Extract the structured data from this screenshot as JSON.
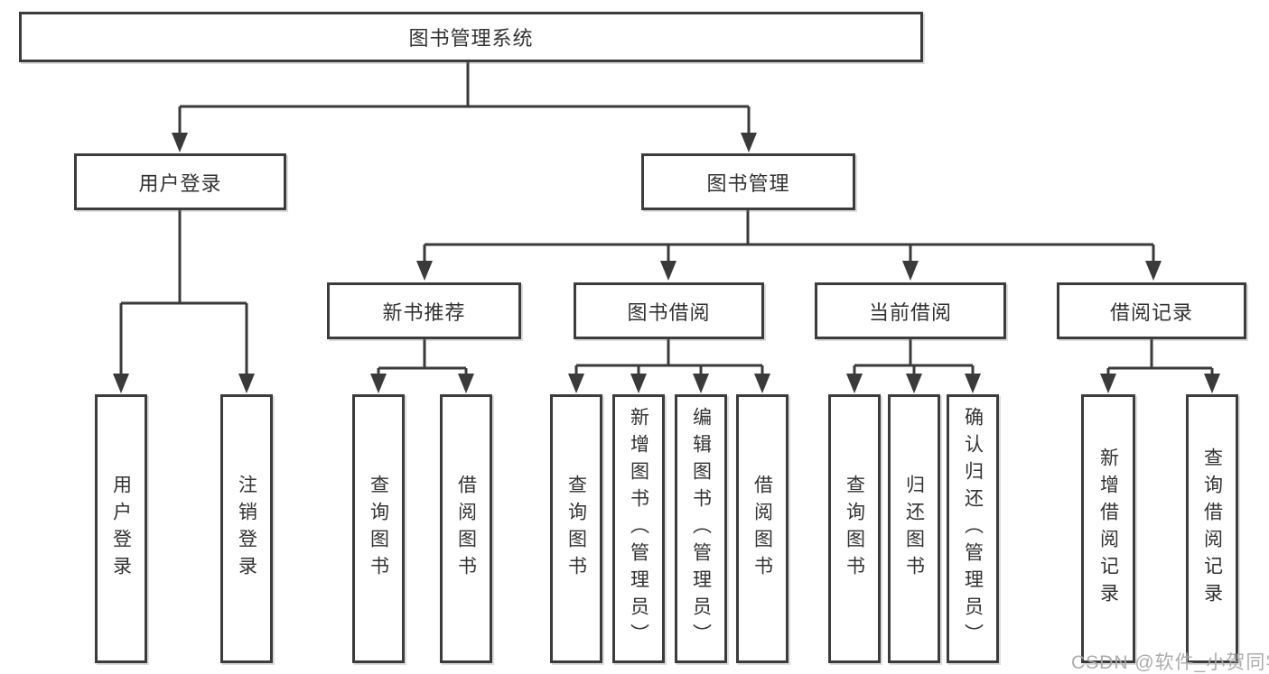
{
  "diagram_type": "hierarchy-tree",
  "tree": {
    "root": {
      "label": "图书管理系统",
      "children": [
        {
          "label": "用户登录",
          "children": [
            {
              "label": "用户登录"
            },
            {
              "label": "注销登录"
            }
          ]
        },
        {
          "label": "图书管理",
          "children": [
            {
              "label": "新书推荐",
              "children": [
                {
                  "label": "查询图书"
                },
                {
                  "label": "借阅图书"
                }
              ]
            },
            {
              "label": "图书借阅",
              "children": [
                {
                  "label": "查询图书"
                },
                {
                  "label": "新增图书（管理员）"
                },
                {
                  "label": "编辑图书（管理员）"
                },
                {
                  "label": "借阅图书"
                }
              ]
            },
            {
              "label": "当前借阅",
              "children": [
                {
                  "label": "查询图书"
                },
                {
                  "label": "归还图书"
                },
                {
                  "label": "确认归还（管理员）"
                }
              ]
            },
            {
              "label": "借阅记录",
              "children": [
                {
                  "label": "新增借阅记录"
                },
                {
                  "label": "查询借阅记录"
                }
              ]
            }
          ]
        }
      ]
    }
  },
  "watermark": "CSDN @软件_小贺同学",
  "colors": {
    "line": "#3a3a3a",
    "box_border": "#3c3c3c",
    "text": "#323232",
    "watermark": "#a8a8a8",
    "background": "#ffffff"
  }
}
